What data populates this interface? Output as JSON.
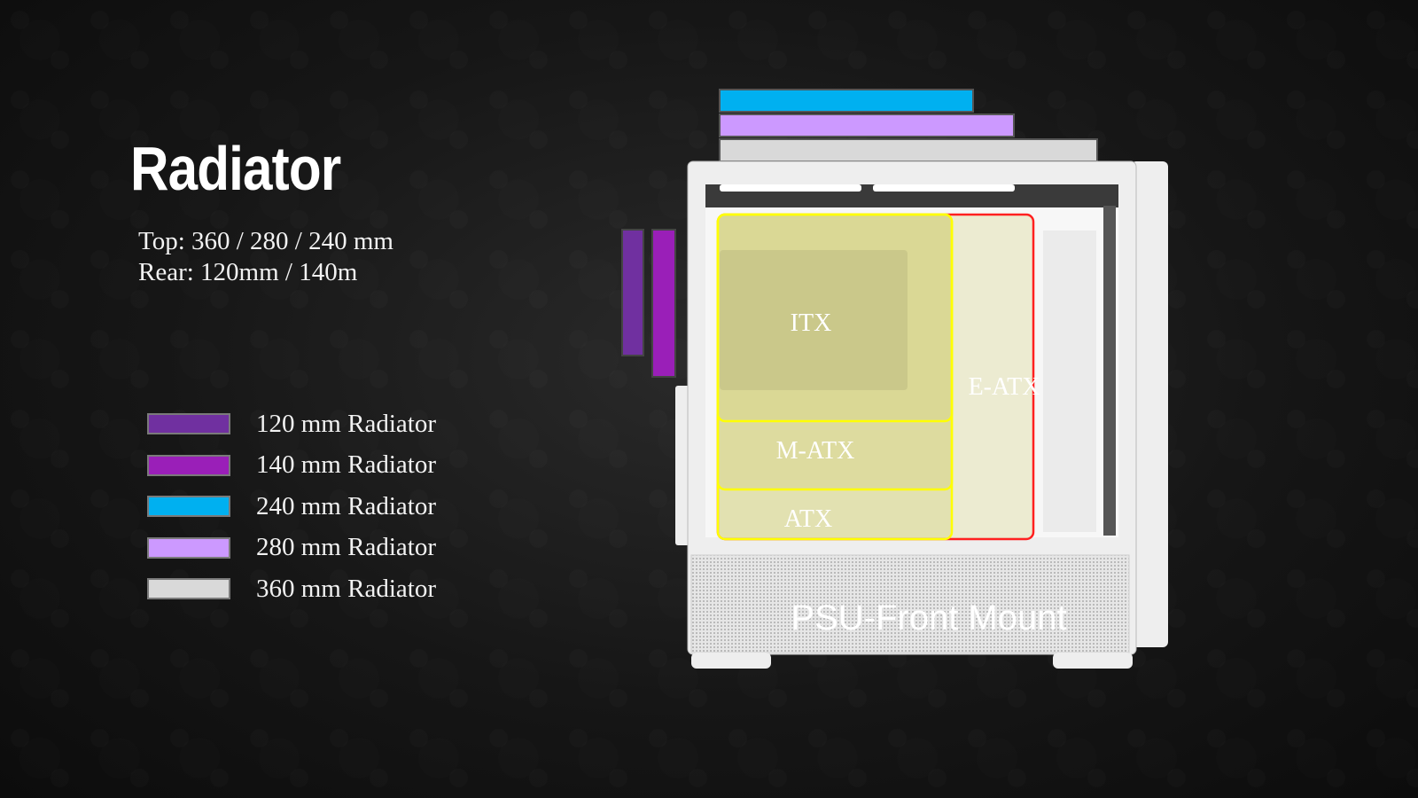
{
  "title": "Radiator",
  "specs": {
    "top": "Top: 360 / 280 / 240 mm",
    "rear": "Rear: 120mm / 140m"
  },
  "legend": [
    {
      "label": "120 mm Radiator",
      "color": "#7030a0"
    },
    {
      "label": "140 mm Radiator",
      "color": "#9a1fb8"
    },
    {
      "label": "240 mm Radiator",
      "color": "#00b0f0"
    },
    {
      "label": "280 mm Radiator",
      "color": "#cc99ff"
    },
    {
      "label": "360 mm Radiator",
      "color": "#d9d9d9"
    }
  ],
  "diagram": {
    "itx": "ITX",
    "matx": "M-ATX",
    "atx": "ATX",
    "eatx": "E-ATX",
    "psu": "PSU-Front Mount",
    "colors": {
      "board_outline": "#ffff00",
      "board_fill": "#d8d48a",
      "eatx_outline": "#ff2020",
      "case": "#eeeeee"
    }
  }
}
